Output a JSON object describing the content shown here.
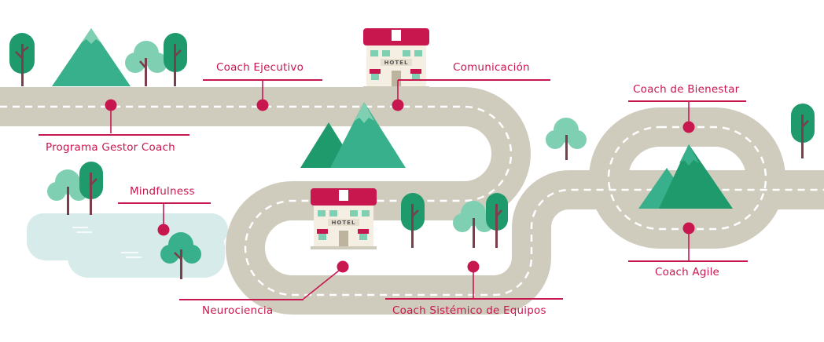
{
  "stops": {
    "programa_gestor": "Programa Gestor Coach",
    "coach_ejecutivo": "Coach Ejecutivo",
    "comunicacion": "Comunicación",
    "mindfulness": "Mindfulness",
    "neurociencia": "Neurociencia",
    "coach_sistemico": "Coach Sistémico de Equipos",
    "coach_bienestar": "Coach de Bienestar",
    "coach_agile": "Coach Agile"
  },
  "hotel_sign": "HOTEL",
  "colors": {
    "road": "#cfcbbd",
    "road_dash": "#ffffff",
    "accent": "#c8174f",
    "mountain_light": "#38b08b",
    "mountain_dark": "#1f9a6c",
    "tree_trunk": "#7a3f4a",
    "lake": "#d7ecea"
  }
}
